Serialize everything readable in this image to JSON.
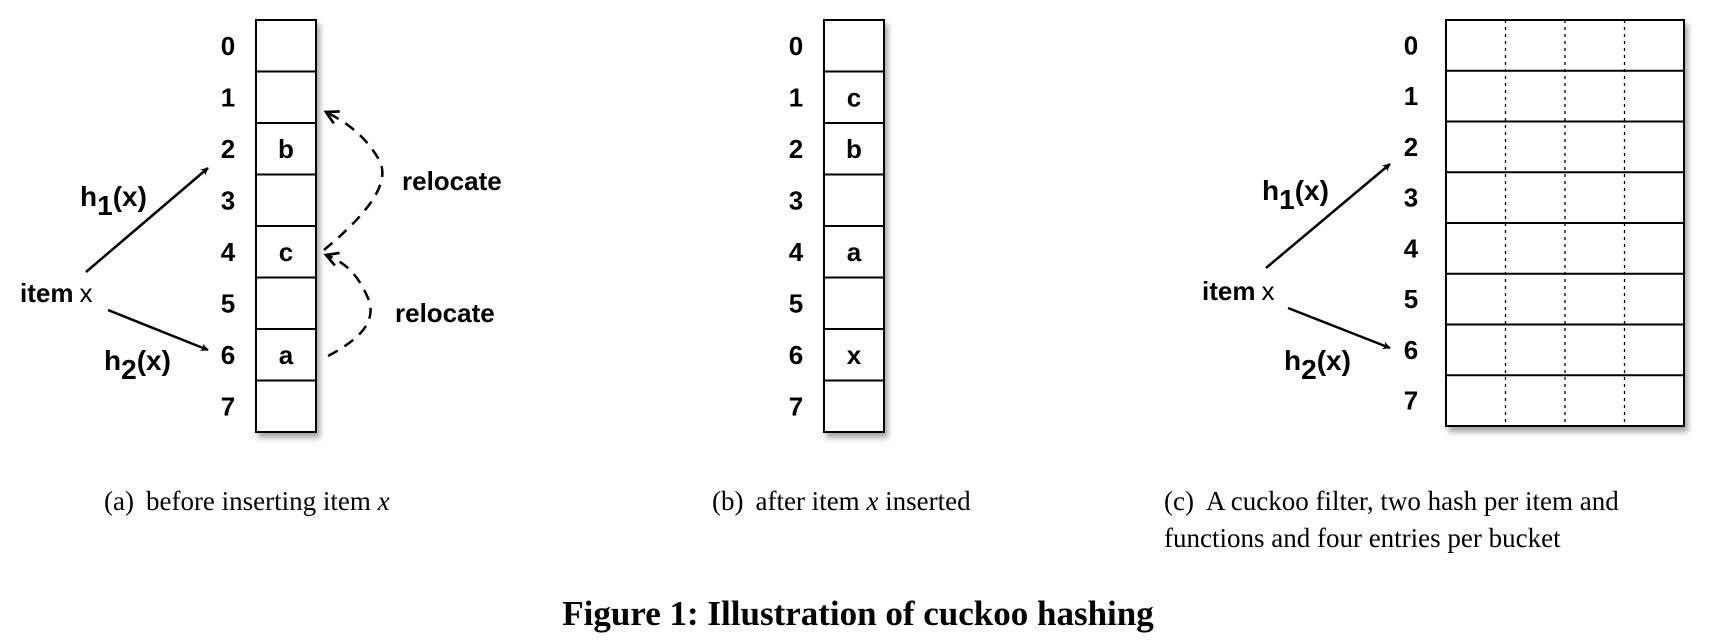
{
  "panels": [
    {
      "id": "a",
      "indices": [
        "0",
        "1",
        "2",
        "3",
        "4",
        "5",
        "6",
        "7"
      ],
      "cells": [
        "",
        "",
        "b",
        "",
        "c",
        "",
        "a",
        ""
      ],
      "item_label": "item",
      "item_var": "x",
      "h1": {
        "base": "h",
        "sub": "1",
        "arg": "(x)"
      },
      "h2": {
        "base": "h",
        "sub": "2",
        "arg": "(x)"
      },
      "relocate_labels": [
        "relocate",
        "relocate"
      ],
      "caption": {
        "tag": "(a)",
        "text": "before inserting item ",
        "var": "x"
      }
    },
    {
      "id": "b",
      "indices": [
        "0",
        "1",
        "2",
        "3",
        "4",
        "5",
        "6",
        "7"
      ],
      "cells": [
        "",
        "c",
        "b",
        "",
        "a",
        "",
        "x",
        ""
      ],
      "caption": {
        "tag": "(b)",
        "text_pre": "after item ",
        "var": "x",
        "text_post": " inserted"
      }
    },
    {
      "id": "c",
      "indices": [
        "0",
        "1",
        "2",
        "3",
        "4",
        "5",
        "6",
        "7"
      ],
      "entries_per_bucket": 4,
      "item_label": "item",
      "item_var": "x",
      "h1": {
        "base": "h",
        "sub": "1",
        "arg": "(x)"
      },
      "h2": {
        "base": "h",
        "sub": "2",
        "arg": "(x)"
      },
      "caption": {
        "tag": "(c)",
        "line1": "A cuckoo filter, two hash per item and",
        "line2": "functions and four entries per bucket"
      }
    }
  ],
  "figure_title": "Figure 1: Illustration of cuckoo hashing"
}
